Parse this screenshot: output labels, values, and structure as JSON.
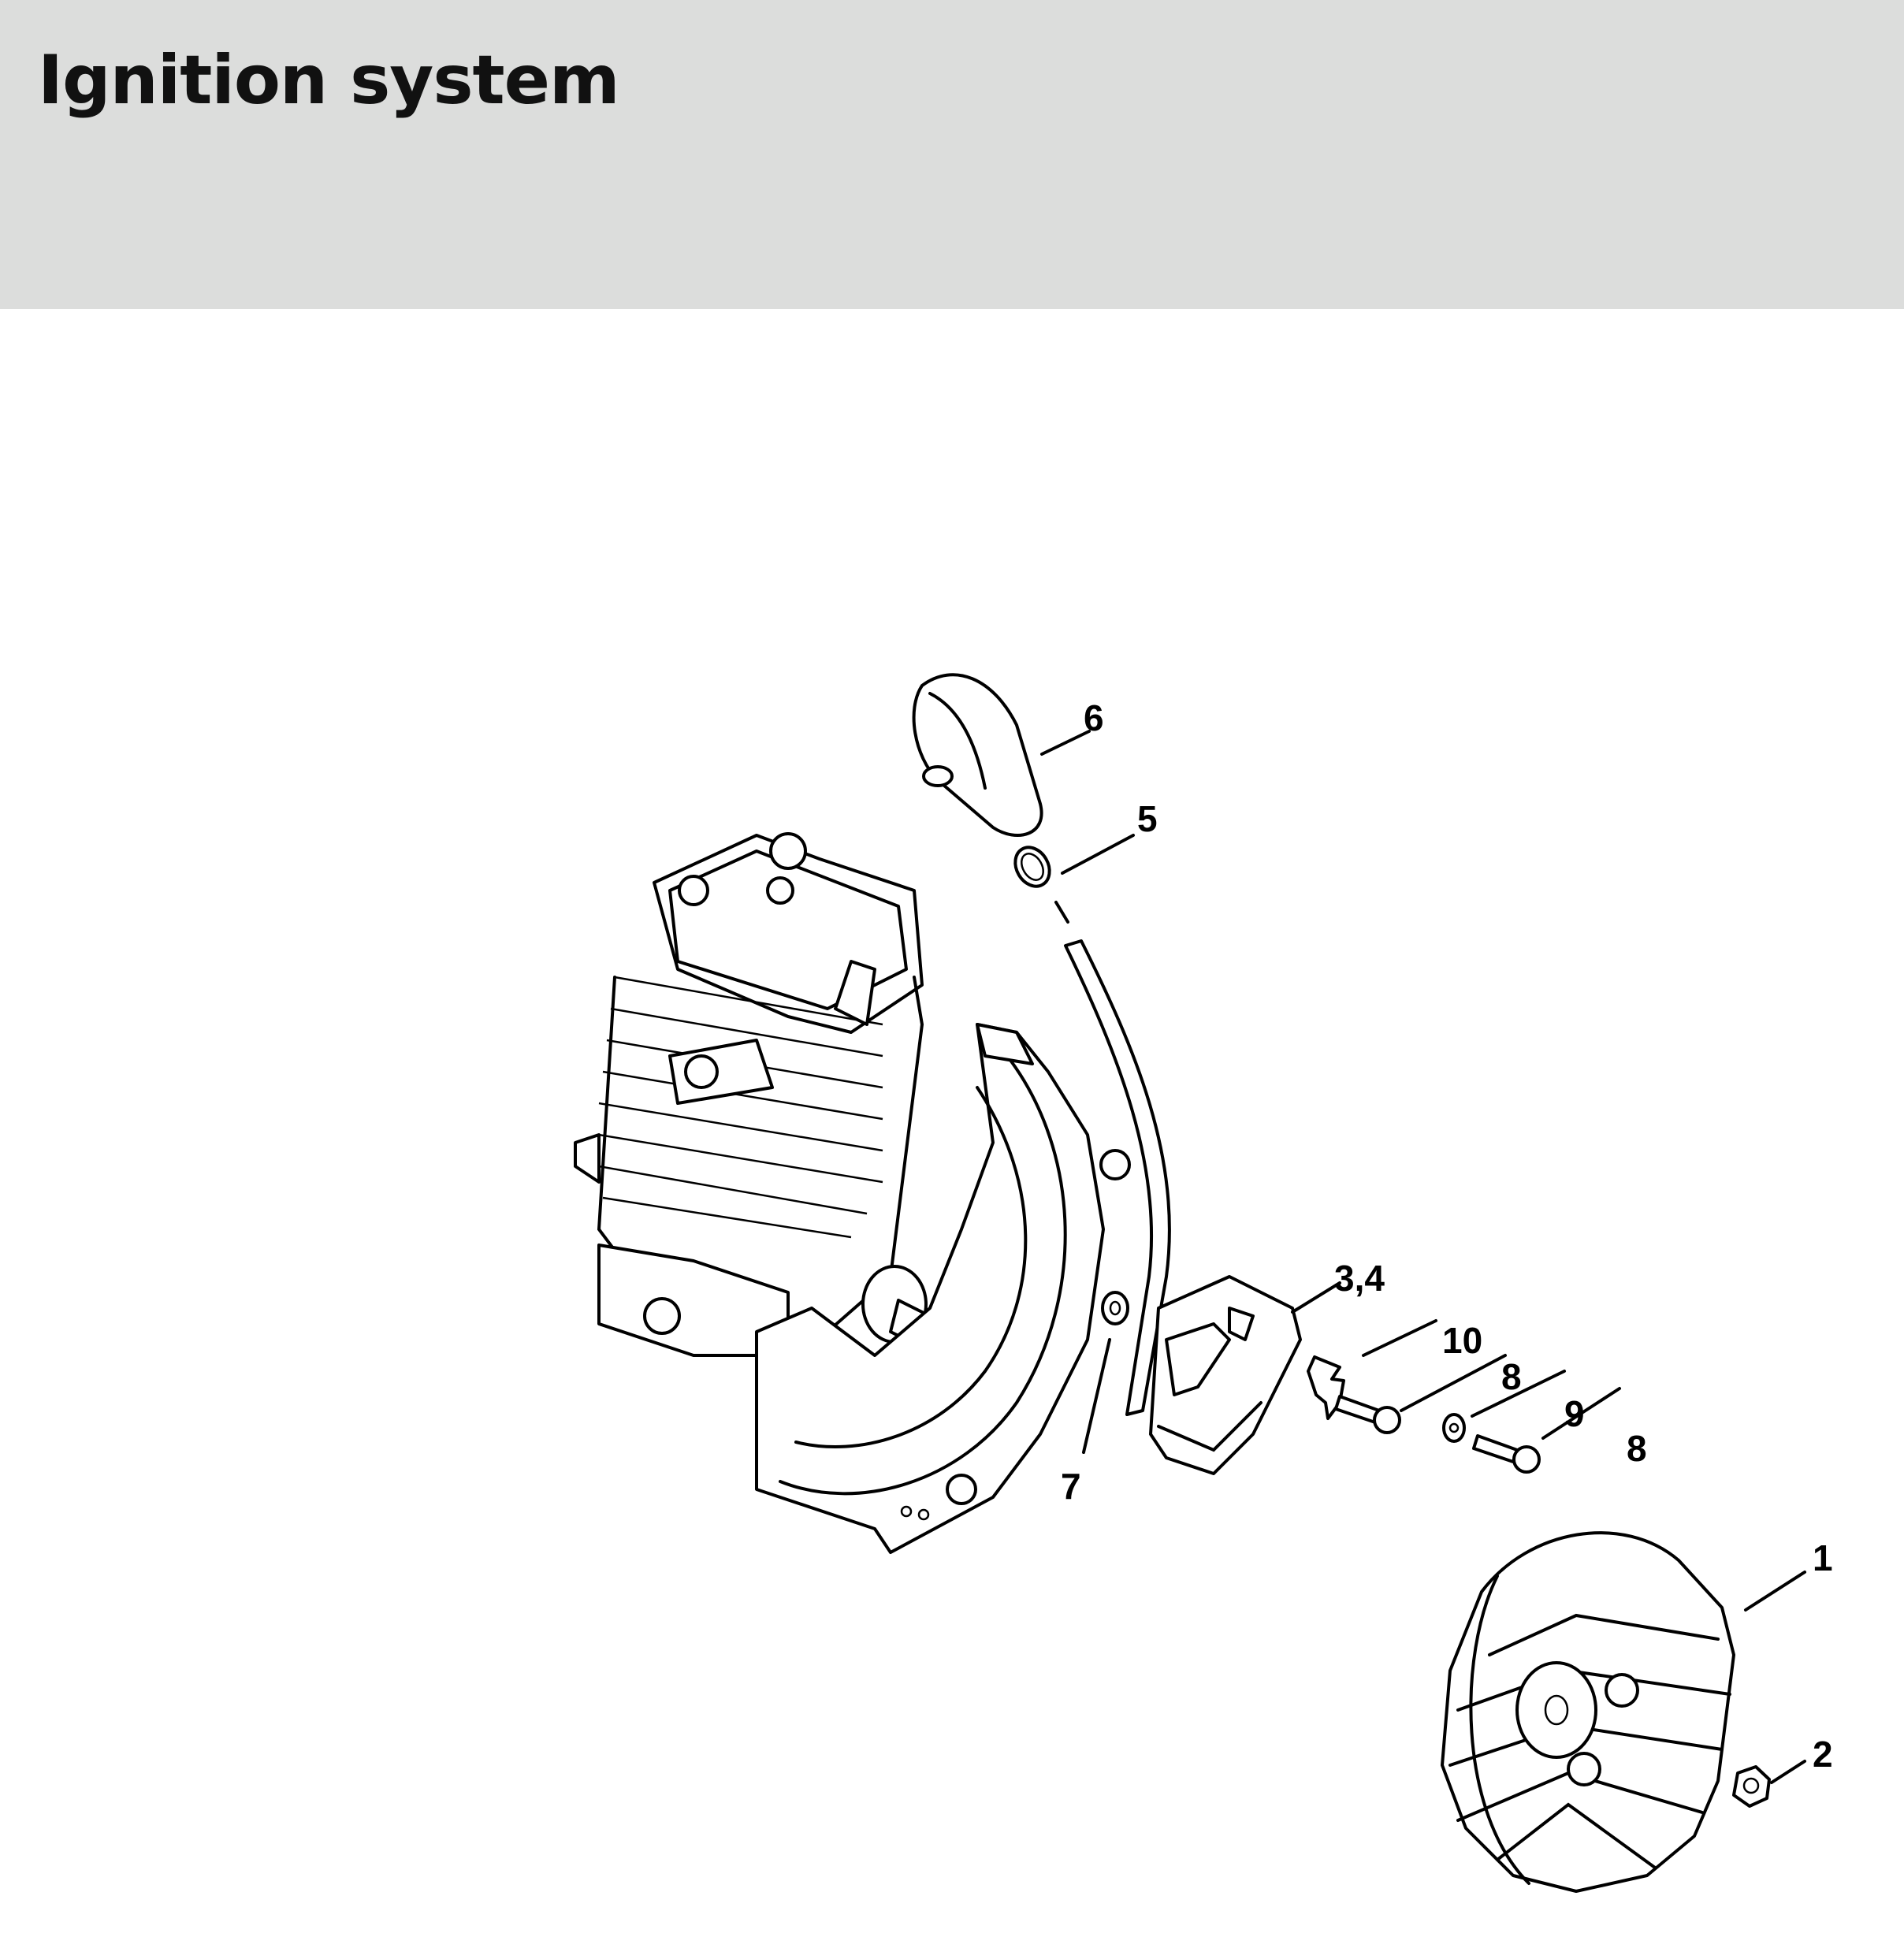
{
  "header": {
    "title": "Ignition system"
  },
  "diagram": {
    "callouts": [
      {
        "id": "1",
        "label": "1"
      },
      {
        "id": "2",
        "label": "2"
      },
      {
        "id": "3-4",
        "label": "3,4"
      },
      {
        "id": "5",
        "label": "5"
      },
      {
        "id": "6",
        "label": "6"
      },
      {
        "id": "7",
        "label": "7"
      },
      {
        "id": "8a",
        "label": "8"
      },
      {
        "id": "8b",
        "label": "8"
      },
      {
        "id": "9",
        "label": "9"
      },
      {
        "id": "10",
        "label": "10"
      }
    ]
  }
}
